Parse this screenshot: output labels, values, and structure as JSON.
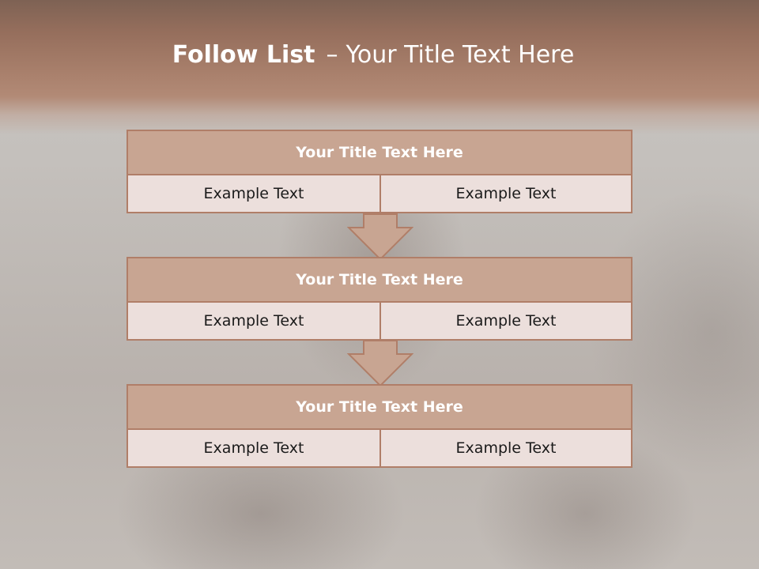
{
  "slide": {
    "title_bold": "Follow List",
    "title_dash": "–",
    "title_rest": "Your Title Text Here"
  },
  "blocks": [
    {
      "title": "Your Title Text Here",
      "left": "Example Text",
      "right": "Example Text"
    },
    {
      "title": "Your Title Text Here",
      "left": "Example Text",
      "right": "Example Text"
    },
    {
      "title": "Your Title Text Here",
      "left": "Example Text",
      "right": "Example Text"
    }
  ],
  "colors": {
    "header_band": "#a87f6b",
    "block_title_fill": "#c8a592",
    "block_border": "#b07e68",
    "cell_fill": "#ecdfdc",
    "title_text": "#ffffff"
  },
  "icons": [
    "down-arrow-icon",
    "down-arrow-icon"
  ]
}
